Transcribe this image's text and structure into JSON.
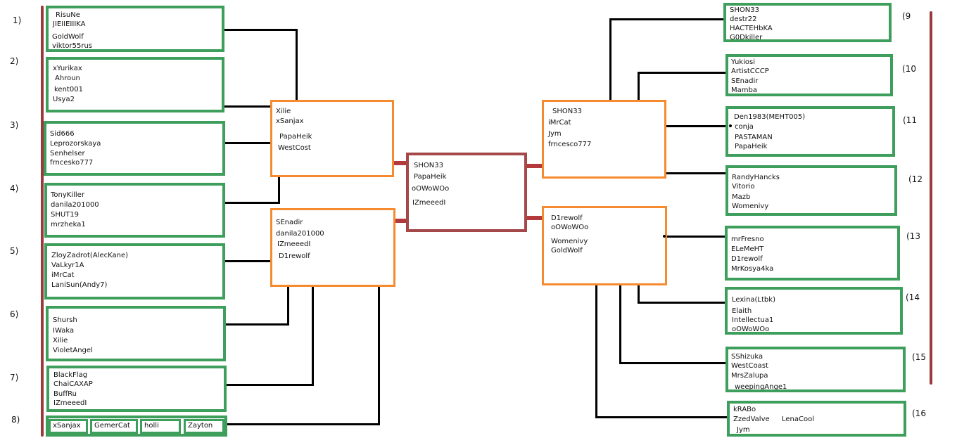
{
  "group_labels": {
    "left": [
      "1)",
      "2)",
      "3)",
      "4)",
      "5)",
      "6)",
      "7)",
      "8)"
    ],
    "right": [
      "(9",
      "(10",
      "(11",
      "(12",
      "(13",
      "(14",
      "(15",
      "(16"
    ]
  },
  "groups": {
    "g1": [
      "RisuNe",
      "JIEIIEIIIKA",
      "GoldWolf",
      "viktor55rus"
    ],
    "g2": [
      "xYurikax",
      "Ahroun",
      "kent001",
      "Usya2"
    ],
    "g3": [
      "Sid666",
      "Leprozorskaya",
      "Senhelser",
      "frncesko777"
    ],
    "g4": [
      "TonyKiller",
      "danila201000",
      "SHUT19",
      "mrzheka1"
    ],
    "g5": [
      "ZloyZadrot(AlecKane)",
      "VaLkyr1A",
      "iMrCat",
      "LaniSun(Andy7)"
    ],
    "g6": [
      "Shursh",
      "IWaka",
      "Xilie",
      "VioletAngel"
    ],
    "g7": [
      "BlackFlag",
      "ChaiCAXAP",
      "BuffRu",
      "IZmeeedI"
    ],
    "g8": [
      "xSanjax",
      "GemerCat",
      "holli",
      "Zayton"
    ],
    "g9": [
      "SHON33",
      "destr22",
      "HACTEHbKA",
      "G0Dkiller"
    ],
    "g10": [
      "Yukiosi",
      "ArtistCCCP",
      "SEnadir",
      "Mamba"
    ],
    "g11": [
      "Den1983(MEHT005)",
      "conja",
      "PASTAMAN",
      "PapaHeik"
    ],
    "g12": [
      "RandyHancks",
      "Vitorio",
      "Mazb",
      "Womenivy"
    ],
    "g13": [
      "mrFresno",
      "ELeMeHT",
      "D1rewolf",
      "MrKosya4ka"
    ],
    "g14": [
      "Lexina(Ltbk)",
      "Elaith",
      "Intellectua1",
      "oOWoWOo"
    ],
    "g15": [
      "SShizuka",
      "WestCoast",
      "MrsZalupa",
      "weepingAnge1"
    ],
    "g16": [
      "kRABo",
      "ZzedValve",
      "LenaCool",
      "Jym"
    ]
  },
  "semis": {
    "left_top": [
      "Xilie",
      "xSanjax",
      "PapaHeik",
      "WestCost"
    ],
    "left_bottom": [
      "SEnadir",
      "danila201000",
      "IZmeeedI",
      "D1rewolf"
    ],
    "right_top": [
      "SHON33",
      "iMrCat",
      "Jym",
      "frncesco777"
    ],
    "right_bottom": [
      "D1rewolf",
      "oOWoWOo",
      "Womenivy",
      "GoldWolf"
    ]
  },
  "final": [
    "SHON33",
    "PapaHeik",
    "oOWoWOo",
    "IZmeeedI"
  ],
  "colors": {
    "group_border": "#3e9e5c",
    "semi_border": "#f58a2e",
    "final_border": "#a4484a",
    "side_rule": "#9b3a3c",
    "connector": "#000000"
  }
}
